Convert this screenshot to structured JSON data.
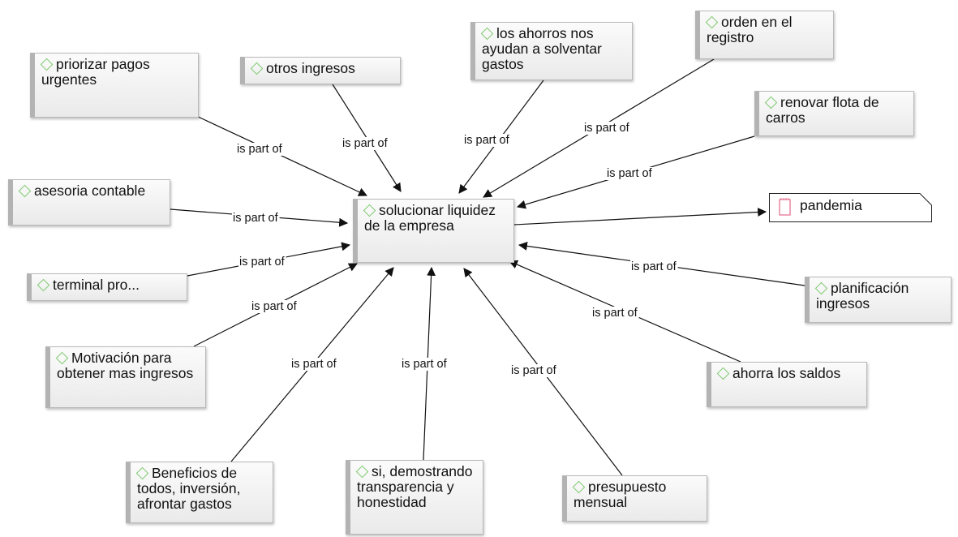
{
  "center": {
    "id": "center",
    "label": "solucionar liquidez de la empresa"
  },
  "memo": {
    "id": "memo",
    "label": "pandemia"
  },
  "relation_label": "is part of",
  "nodes": [
    {
      "id": "priorizar",
      "label": "priorizar pagos urgentes"
    },
    {
      "id": "otros",
      "label": "otros ingresos"
    },
    {
      "id": "ahorros",
      "label": "los ahorros nos ayudan a solventar gastos"
    },
    {
      "id": "orden",
      "label": "orden en el registro"
    },
    {
      "id": "renovar",
      "label": "renovar flota de carros"
    },
    {
      "id": "asesoria",
      "label": "asesoria contable"
    },
    {
      "id": "terminal",
      "label": "terminal pro..."
    },
    {
      "id": "motivacion",
      "label": "Motivación para obtener mas ingresos"
    },
    {
      "id": "beneficios",
      "label": "Beneficios de todos, inversión, afrontar gastos"
    },
    {
      "id": "si",
      "label": "si, demostrando transparencia y honestidad"
    },
    {
      "id": "presupuesto",
      "label": "presupuesto mensual"
    },
    {
      "id": "ahorra",
      "label": "ahorra los saldos"
    },
    {
      "id": "planificacion",
      "label": "planificación ingresos"
    }
  ],
  "edges": [
    {
      "from": "priorizar",
      "to": "center",
      "label": "is part of"
    },
    {
      "from": "otros",
      "to": "center",
      "label": "is part of"
    },
    {
      "from": "ahorros",
      "to": "center",
      "label": "is part of"
    },
    {
      "from": "orden",
      "to": "center",
      "label": "is part of"
    },
    {
      "from": "renovar",
      "to": "center",
      "label": "is part of"
    },
    {
      "from": "asesoria",
      "to": "center",
      "label": "is part of"
    },
    {
      "from": "terminal",
      "to": "center",
      "label": "is part of"
    },
    {
      "from": "motivacion",
      "to": "center",
      "label": "is part of"
    },
    {
      "from": "beneficios",
      "to": "center",
      "label": "is part of"
    },
    {
      "from": "si",
      "to": "center",
      "label": "is part of"
    },
    {
      "from": "presupuesto",
      "to": "center",
      "label": "is part of"
    },
    {
      "from": "ahorra",
      "to": "center",
      "label": "is part of"
    },
    {
      "from": "planificacion",
      "to": "center",
      "label": "is part of"
    },
    {
      "from": "center",
      "to": "memo",
      "label": ""
    }
  ]
}
